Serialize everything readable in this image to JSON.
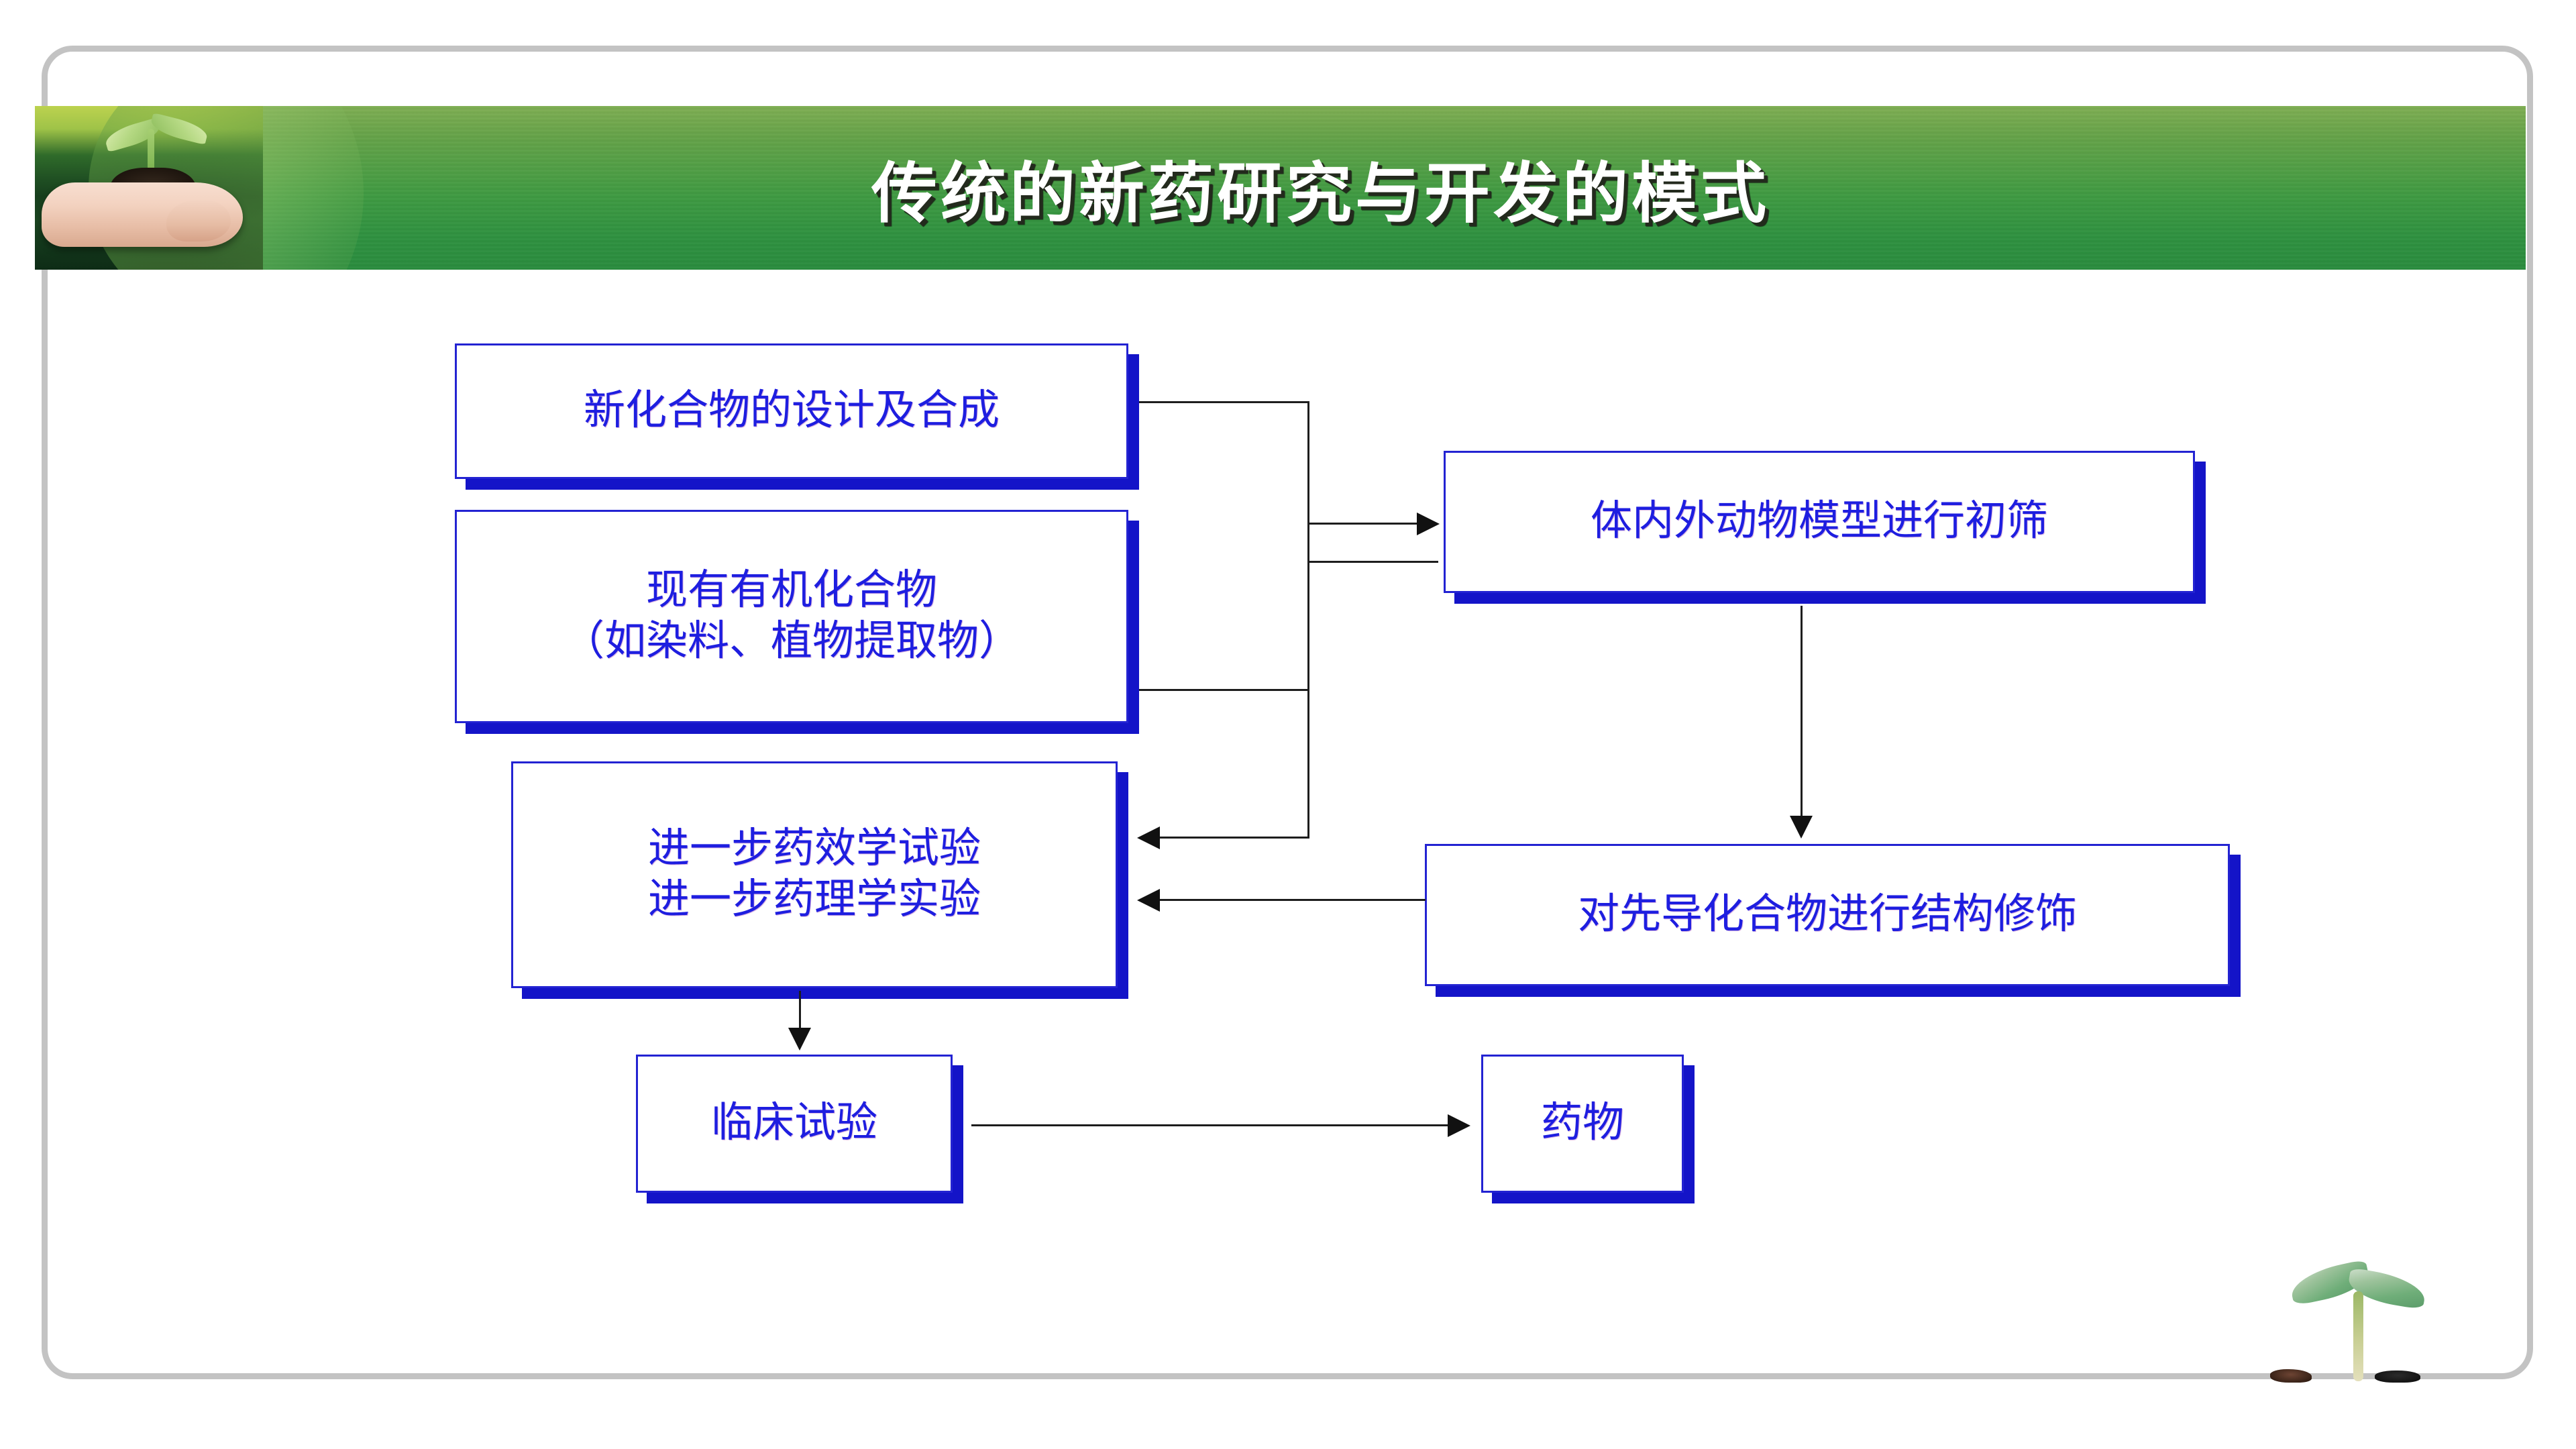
{
  "slide": {
    "title": "传统的新药研究与开发的模式",
    "banner_color": "#2f9140",
    "frame_color": "#c3c3c3",
    "node_text_color": "#1e1ee0",
    "node_border_color": "#2323d2",
    "node_shadow_color": "#1414c8",
    "connector_color": "#111111"
  },
  "header": {
    "photo_alt": "hand-holding-seedling-photo",
    "icons": {
      "leaf": "leaf-icon",
      "hand": "hand-icon",
      "soil": "soil-icon"
    }
  },
  "decoration": {
    "sprout": "sprout-icon"
  },
  "chart_data": {
    "type": "diagram",
    "title": "传统的新药研究与开发的模式",
    "nodes": [
      {
        "id": "n1",
        "label": "新化合物的设计及合成"
      },
      {
        "id": "n2",
        "label": "现有有机化合物\n（如染料、植物提取物）"
      },
      {
        "id": "n3",
        "label": "体内外动物模型进行初筛"
      },
      {
        "id": "n4",
        "label": "进一步药效学试验\n进一步药理学实验"
      },
      {
        "id": "n5",
        "label": "对先导化合物进行结构修饰"
      },
      {
        "id": "n6",
        "label": "临床试验"
      },
      {
        "id": "n7",
        "label": "药物"
      }
    ],
    "edges": [
      {
        "from": "n1",
        "to": "n3",
        "style": "elbow-right-arrow"
      },
      {
        "from": "n2",
        "to": "n3",
        "style": "elbow-right-arrow"
      },
      {
        "from": "n3",
        "to": "n5",
        "style": "straight-down-arrow"
      },
      {
        "from": "n5",
        "to": "n4",
        "style": "straight-left-arrow"
      },
      {
        "from": "n3",
        "to": "n4",
        "style": "elbow-left-arrow"
      },
      {
        "from": "n4",
        "to": "n6",
        "style": "straight-down-arrow"
      },
      {
        "from": "n6",
        "to": "n7",
        "style": "straight-right-arrow"
      }
    ]
  },
  "nodes": {
    "n1": {
      "label": "新化合物的设计及合成"
    },
    "n2": {
      "line1": "现有有机化合物",
      "line2": "（如染料、植物提取物）"
    },
    "n3": {
      "label": "体内外动物模型进行初筛"
    },
    "n4": {
      "line1": "进一步药效学试验",
      "line2": "进一步药理学实验"
    },
    "n5": {
      "label": "对先导化合物进行结构修饰"
    },
    "n6": {
      "label": "临床试验"
    },
    "n7": {
      "label": "药物"
    }
  }
}
